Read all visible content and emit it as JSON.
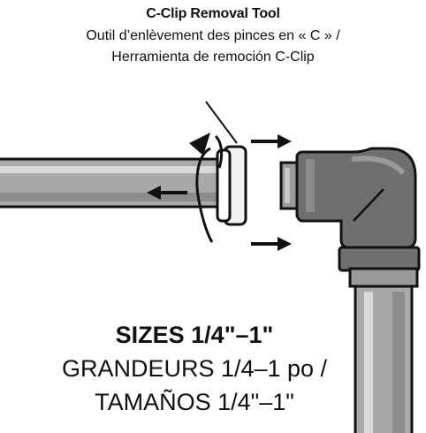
{
  "tool_label": {
    "title": "C-Clip Removal Tool",
    "line_fr": "Outil d’enlèvement des pinces en « C » /",
    "line_es": "Herramienta de remoción C-Clip"
  },
  "sizes": {
    "en": "SIZES 1/4\"–1\"",
    "fr": "GRANDEURS 1/4–1 po /",
    "es": "TAMAÑOS 1/4\"–1\""
  },
  "colors": {
    "pipe": "#a9a9a9",
    "fitting": "#6f6f6f",
    "outline": "#111111"
  }
}
